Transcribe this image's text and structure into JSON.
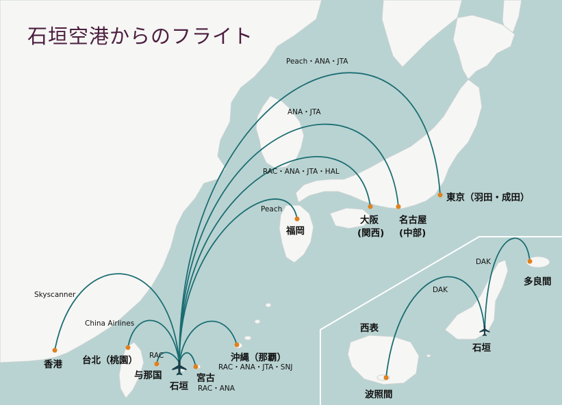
{
  "title": "石垣空港からのフライト",
  "colors": {
    "sea": "#b9d3d2",
    "land": "#f6f6f4",
    "coast": "#c7d2d1",
    "route": "#1a6d72",
    "destination_dot": "#e0801e",
    "title": "#4b1d3f",
    "inset_border": "#ffffff"
  },
  "icons": {
    "origin": "airplane-icon"
  },
  "origin": {
    "name": "石垣"
  },
  "destinations": {
    "tokyo": "東京（羽田・成田）",
    "osaka": "大阪",
    "osaka_airport": "(関西)",
    "nagoya": "名古屋",
    "nagoya_airport": "(中部)",
    "fukuoka": "福岡",
    "okinawa": "沖縄（那覇）",
    "miyako": "宮古",
    "yonaguni": "与那国",
    "taipei": "台北（桃園）",
    "hongkong": "香港"
  },
  "carriers": {
    "tokyo": "Peach・ANA・JTA",
    "nagoya": "ANA・JTA",
    "osaka": "RAC・ANA・JTA・HAL",
    "fukuoka": "Peach",
    "okinawa": "RAC・ANA・JTA・SNJ",
    "miyako": "RAC・ANA",
    "yonaguni": "RAC",
    "taipei": "China Airlines",
    "hongkong": "Skyscanner"
  },
  "inset": {
    "origin": "石垣",
    "destinations": {
      "tarama": "多良間",
      "hateruma": "波照間"
    },
    "carriers": {
      "tarama": "DAK",
      "hateruma": "DAK"
    },
    "islands": {
      "iriomote": "西表"
    }
  }
}
